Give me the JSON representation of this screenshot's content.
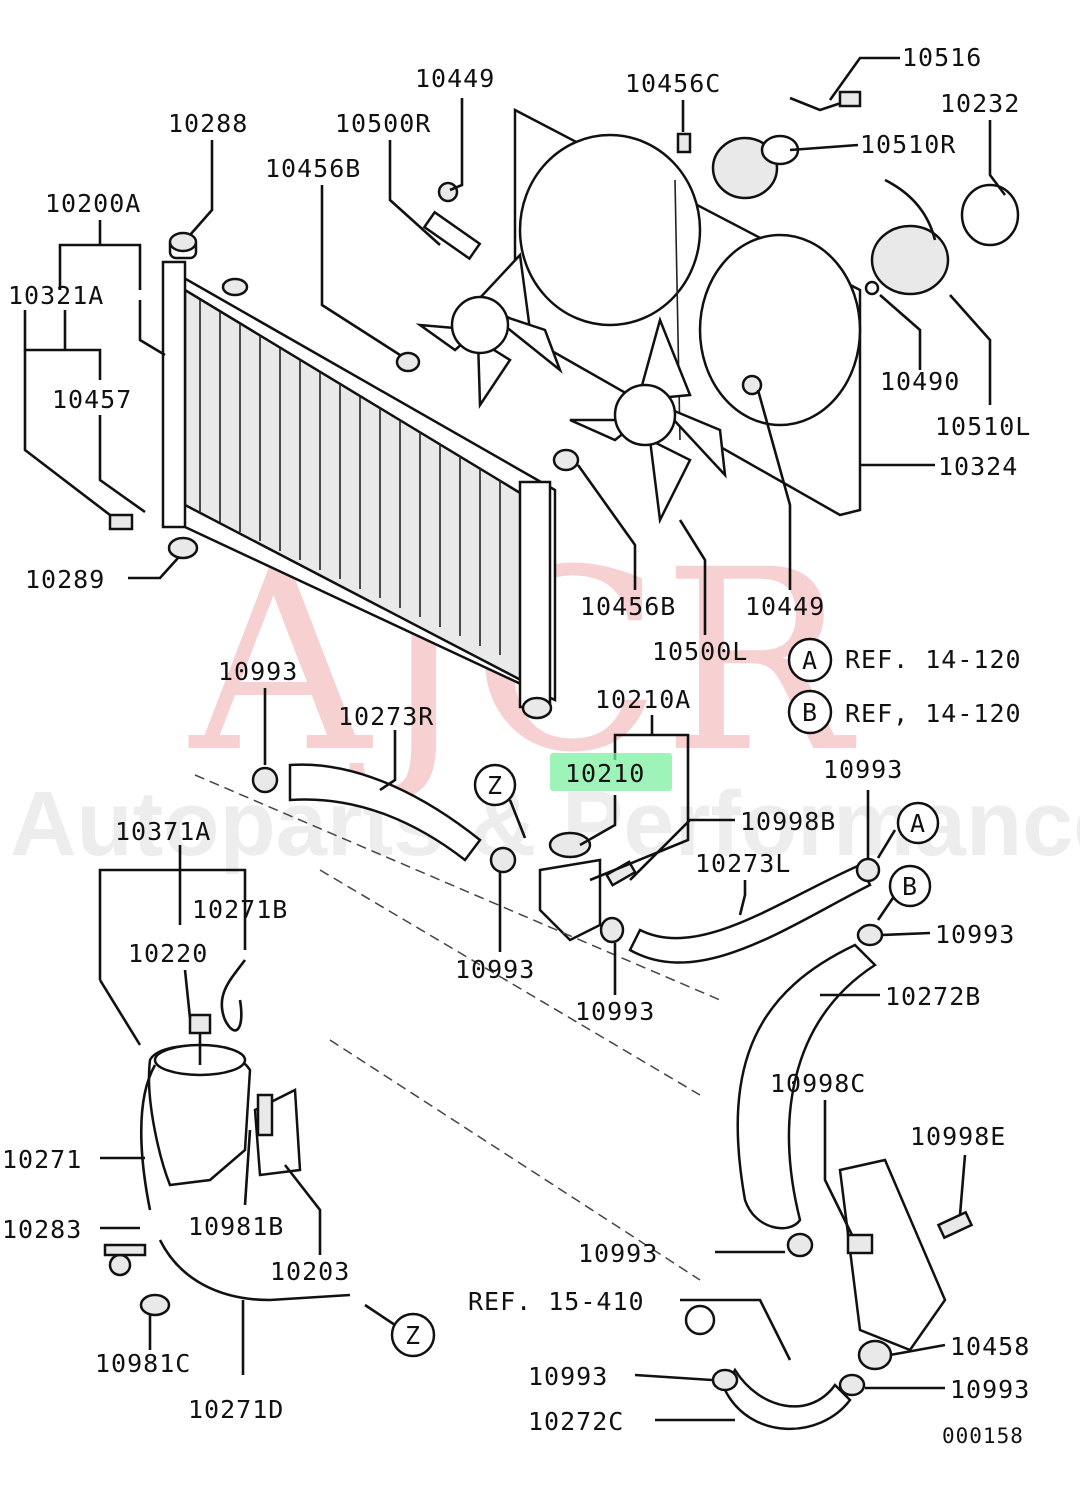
{
  "diagram_code": "000158",
  "watermark": {
    "brand": "AJCR",
    "tagline": "Autoparts & Performance"
  },
  "highlighted_part": "10210",
  "labels": {
    "p10516": "10516",
    "p10232": "10232",
    "p10456C": "10456C",
    "p10449_top": "10449",
    "p10288": "10288",
    "p10500R": "10500R",
    "p10510R": "10510R",
    "p10456B_top": "10456B",
    "p10200A": "10200A",
    "p10321A": "10321A",
    "p10457": "10457",
    "p10490": "10490",
    "p10510L": "10510L",
    "p10324": "10324",
    "p10289": "10289",
    "p10456B_mid": "10456B",
    "p10449_mid": "10449",
    "p10500L": "10500L",
    "refA": "REF. 14-120",
    "refB": "REF, 14-120",
    "p10993_a": "10993",
    "p10273R": "10273R",
    "p10210A": "10210A",
    "p10210": "10210",
    "p10993_b": "10993",
    "p10998B": "10998B",
    "p10371A": "10371A",
    "p10271B": "10271B",
    "p10273L": "10273L",
    "p10993_c": "10993",
    "p10220": "10220",
    "p10993_d": "10993",
    "p10993_e": "10993",
    "p10272B": "10272B",
    "p10998C": "10998C",
    "p10998E": "10998E",
    "p10271": "10271",
    "p10981B": "10981B",
    "p10283": "10283",
    "p10203": "10203",
    "p10993_f": "10993",
    "ref15": "REF. 15-410",
    "p10458": "10458",
    "p10981C": "10981C",
    "p10993_g": "10993",
    "p10993_h": "10993",
    "p10271D": "10271D",
    "p10272C": "10272C"
  },
  "callouts": {
    "a_ref": "A",
    "b_ref": "B",
    "a_hose": "A",
    "b_hose": "B",
    "z_top": "Z",
    "z_bottom": "Z"
  }
}
